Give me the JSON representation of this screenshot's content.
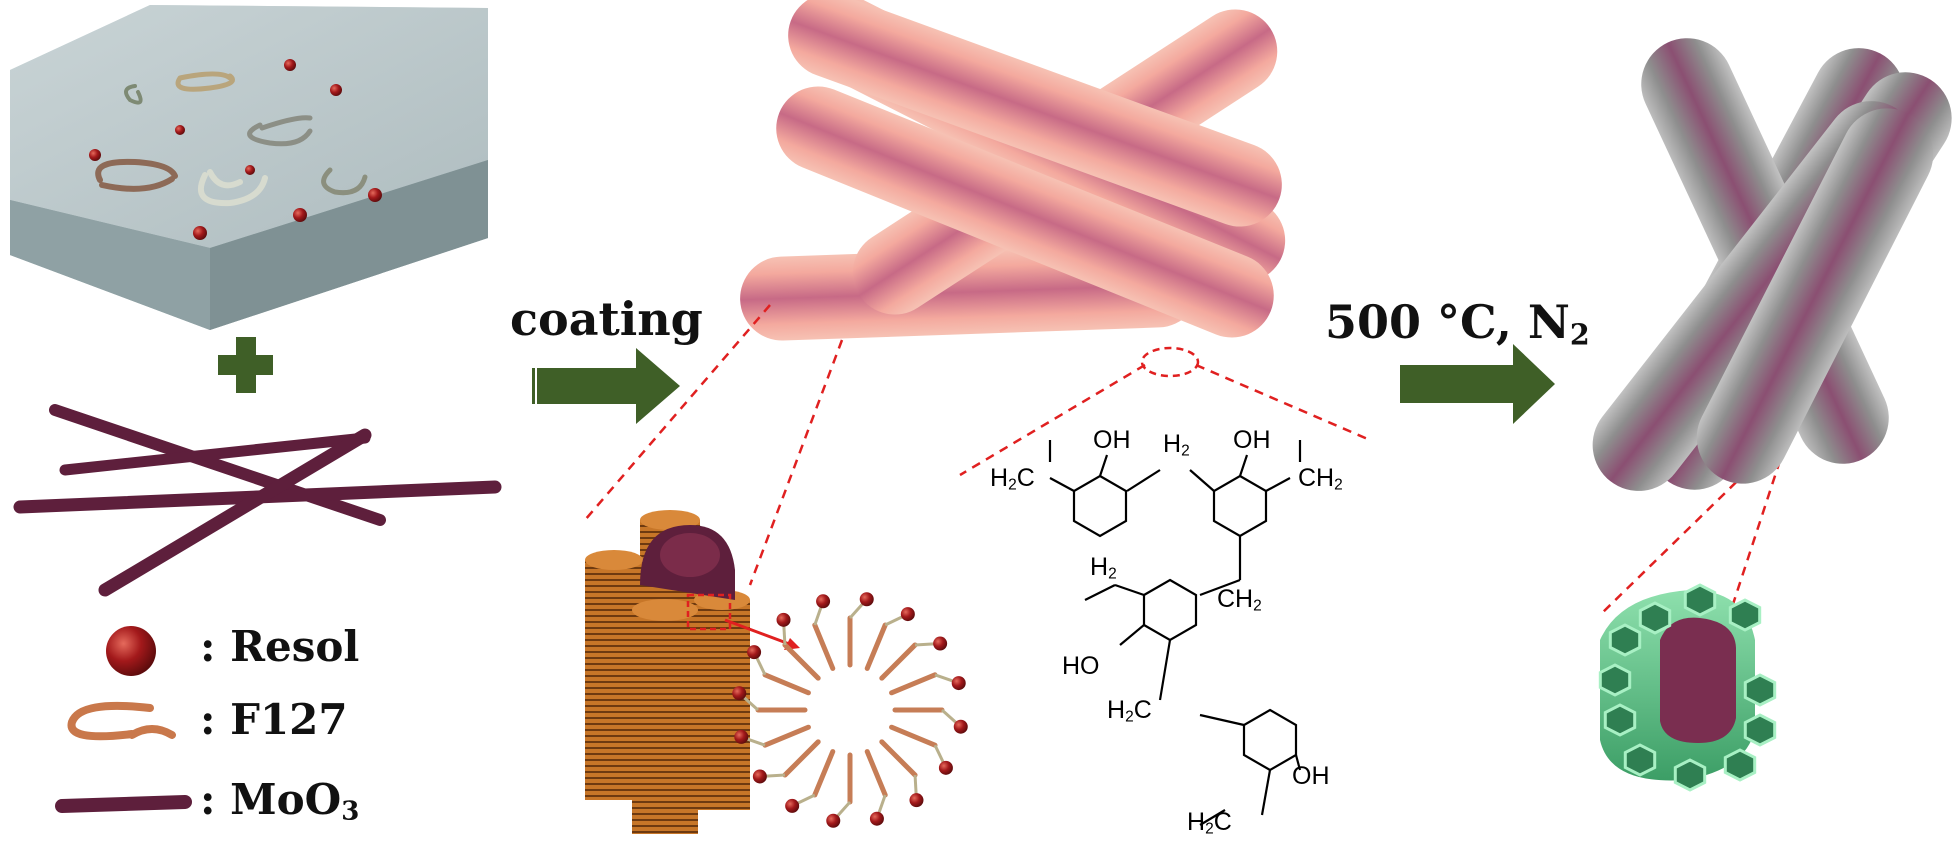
{
  "arrows": {
    "coating": "coating",
    "heat_value": "500 °C, N",
    "heat_sub": "2"
  },
  "legend": [
    {
      "icon": "resol-sphere-icon",
      "label": ": Resol"
    },
    {
      "icon": "f127-polymer-icon",
      "label": ": F127"
    },
    {
      "icon": "moo3-rod-icon",
      "label": ": MoO",
      "sub": "3"
    }
  ],
  "structure": {
    "oh1": "OH",
    "h2_top": "H",
    "h2_top_sub": "2",
    "oh2": "OH",
    "h2c_left": "H",
    "h2c_left_sub": "2",
    "h2c_left_c": "C",
    "ch2_right": "CH",
    "ch2_right_sub": "2",
    "h2_inner": "H",
    "h2_inner_sub": "2",
    "ch2_mid": "CH",
    "ch2_mid_sub": "2",
    "ho": "HO",
    "h2c_mid": "H",
    "h2c_mid_sub": "2",
    "h2c_mid_c": "C",
    "oh3": "OH",
    "h2c_bot": "H",
    "h2c_bot_sub": "2",
    "h2c_bot_c": "C"
  },
  "colors": {
    "arrow": "#3f5f27",
    "rod": "#5e1f3c",
    "resol": "#a3191b",
    "zoom_line": "#e02020",
    "coated_outer": "#f4b3a8",
    "carbon_outer": "#9a9a9a",
    "pore_green": "#5fbf86"
  }
}
